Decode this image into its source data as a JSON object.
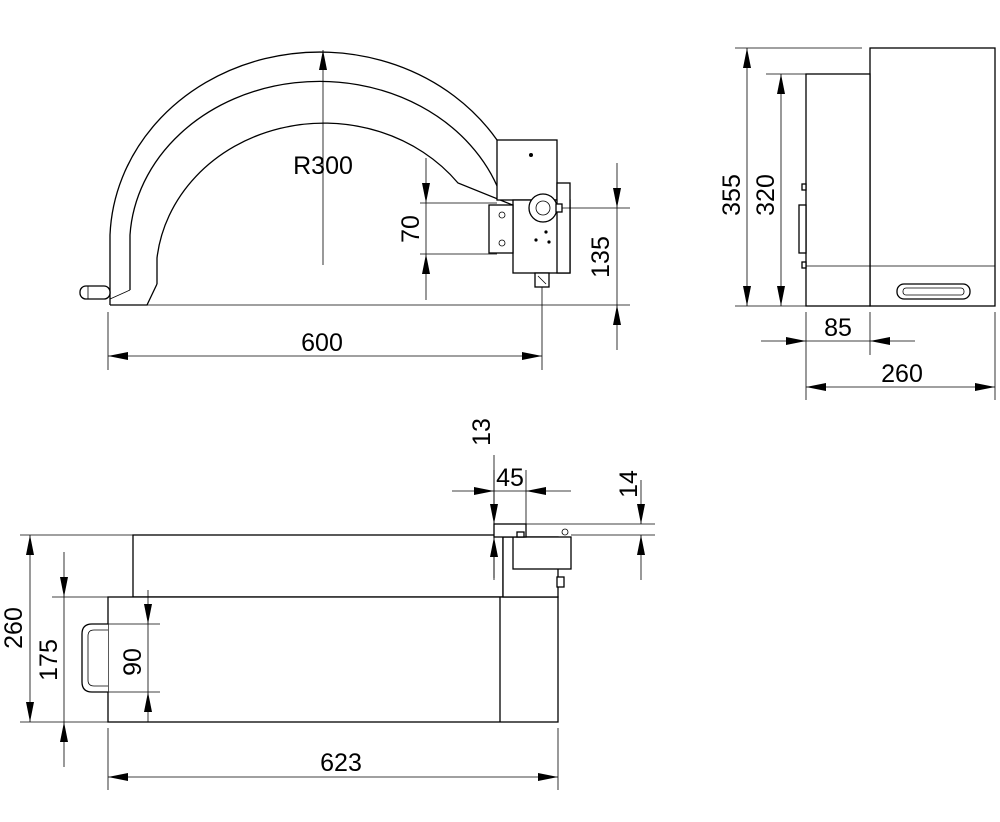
{
  "side_view": {
    "radius_label": "R300",
    "dim_70": "70",
    "dim_135": "135",
    "dim_600": "600"
  },
  "end_view": {
    "dim_355": "355",
    "dim_320": "320",
    "dim_85": "85",
    "dim_260": "260"
  },
  "top_view": {
    "dim_13": "13",
    "dim_45": "45",
    "dim_14": "14",
    "dim_260": "260",
    "dim_175": "175",
    "dim_90": "90",
    "dim_623": "623"
  }
}
